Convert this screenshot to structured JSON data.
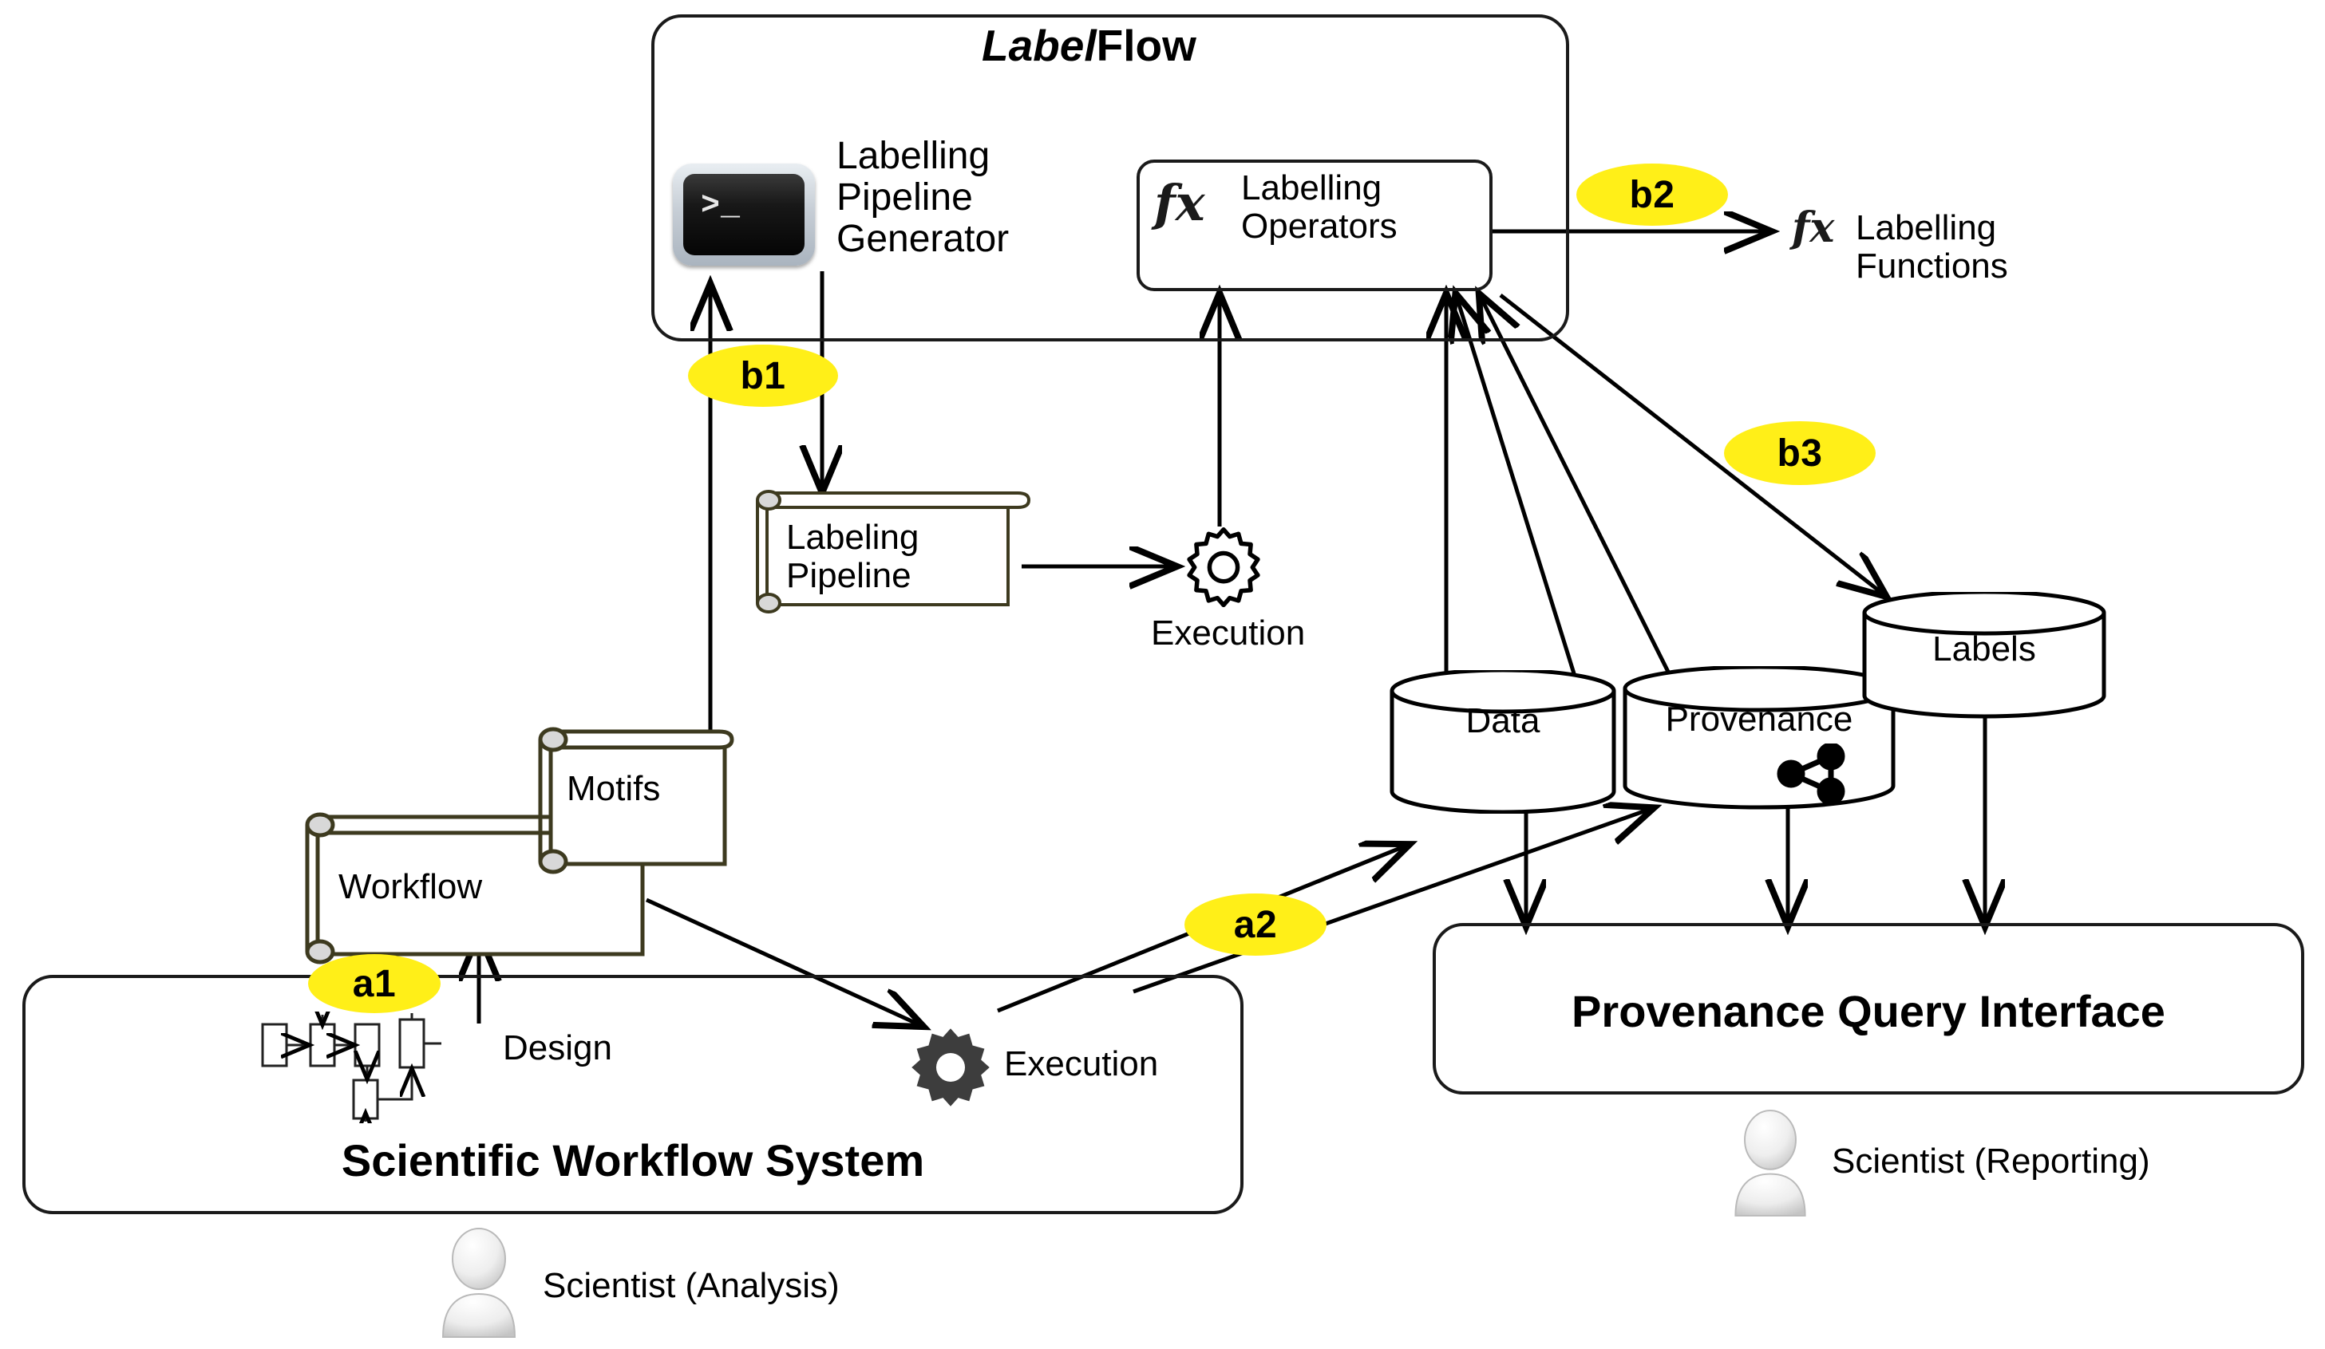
{
  "figure": {
    "title": "LabelFlow architecture diagram"
  },
  "labelflow": {
    "title_italic": "Label",
    "title_plain": "Flow",
    "pipeline_generator": {
      "line1": "Labelling",
      "line2": "Pipeline",
      "line3": "Generator",
      "icon": "terminal-icon"
    },
    "labelling_operators": {
      "glyph": "fx",
      "line1": "Labelling",
      "line2": "Operators"
    }
  },
  "labelling_functions": {
    "glyph": "fx",
    "line1": "Labelling",
    "line2": "Functions"
  },
  "labeling_pipeline": {
    "line1": "Labeling",
    "line2": "Pipeline"
  },
  "pipeline_execution": {
    "label": "Execution",
    "icon": "gear-outline-icon"
  },
  "workflow_doc": {
    "label": "Workflow"
  },
  "motifs_doc": {
    "label": "Motifs"
  },
  "stores": [
    {
      "id": "data",
      "label": "Data"
    },
    {
      "id": "provenance",
      "label": "Provenance",
      "icon": "share-network-icon"
    },
    {
      "id": "labels",
      "label": "Labels"
    }
  ],
  "scientific_workflow_system": {
    "title": "Scientific Workflow System",
    "design_label": "Design",
    "design_icon": "workflow-graph-icon"
  },
  "workflow_execution": {
    "label": "Execution",
    "icon": "gear-filled-icon"
  },
  "provenance_query_interface": {
    "title": "Provenance Query Interface"
  },
  "actors": [
    {
      "id": "analysis",
      "label": "Scientist (Analysis)",
      "icon": "user-avatar-icon"
    },
    {
      "id": "reporting",
      "label": "Scientist (Reporting)",
      "icon": "user-avatar-icon"
    }
  ],
  "flow_badges": [
    {
      "id": "a1",
      "label": "a1"
    },
    {
      "id": "a2",
      "label": "a2"
    },
    {
      "id": "b1",
      "label": "b1"
    },
    {
      "id": "b2",
      "label": "b2"
    },
    {
      "id": "b3",
      "label": "b3"
    }
  ],
  "colors": {
    "badge_yellow": "#ffef18",
    "stroke_black": "#000000",
    "doc_outline": "#3d3a1f"
  }
}
